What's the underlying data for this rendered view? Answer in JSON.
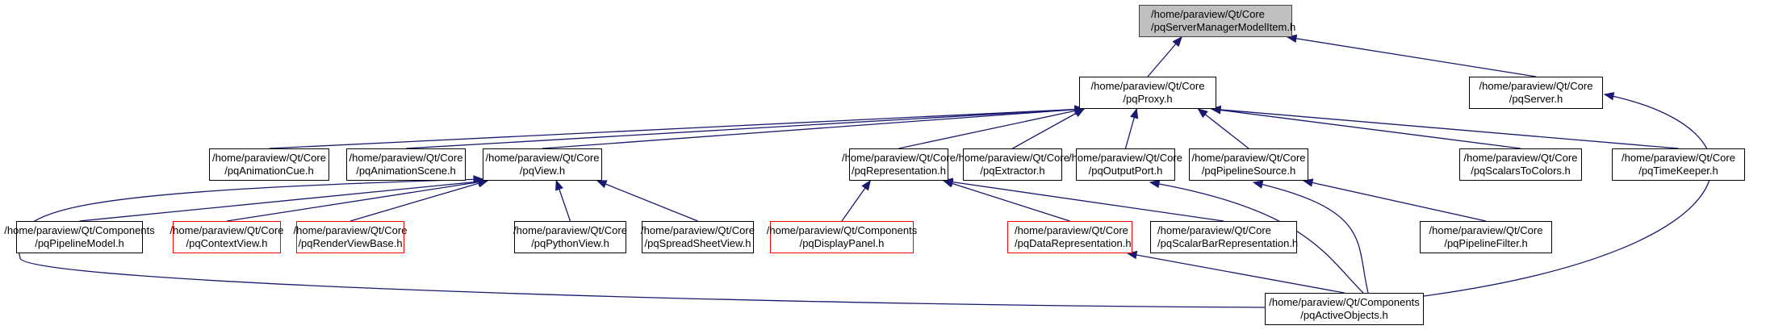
{
  "diagram": {
    "title": "pqServerManagerModelItem.h include dependency graph",
    "colors": {
      "edge": "#191970",
      "root_fill": "#bfbfbf",
      "normal_border": "#000000",
      "incomplete_border": "#ff0000"
    },
    "nodes": [
      {
        "id": "smmi",
        "line1": "/home/paraview/Qt/Core",
        "line2": "/pqServerManagerModelItem.h",
        "style": "root"
      },
      {
        "id": "proxy",
        "line1": "/home/paraview/Qt/Core",
        "line2": "/pqProxy.h",
        "style": "normal"
      },
      {
        "id": "server",
        "line1": "/home/paraview/Qt/Core",
        "line2": "/pqServer.h",
        "style": "normal"
      },
      {
        "id": "animcue",
        "line1": "/home/paraview/Qt/Core",
        "line2": "/pqAnimationCue.h",
        "style": "normal"
      },
      {
        "id": "animscene",
        "line1": "/home/paraview/Qt/Core",
        "line2": "/pqAnimationScene.h",
        "style": "normal"
      },
      {
        "id": "view",
        "line1": "/home/paraview/Qt/Core",
        "line2": "/pqView.h",
        "style": "normal"
      },
      {
        "id": "repr",
        "line1": "/home/paraview/Qt/Core",
        "line2": "/pqRepresentation.h",
        "style": "normal"
      },
      {
        "id": "extractor",
        "line1": "/home/paraview/Qt/Core",
        "line2": "/pqExtractor.h",
        "style": "normal"
      },
      {
        "id": "outport",
        "line1": "/home/paraview/Qt/Core",
        "line2": "/pqOutputPort.h",
        "style": "normal"
      },
      {
        "id": "pipesrc",
        "line1": "/home/paraview/Qt/Core",
        "line2": "/pqPipelineSource.h",
        "style": "normal"
      },
      {
        "id": "s2c",
        "line1": "/home/paraview/Qt/Core",
        "line2": "/pqScalarsToColors.h",
        "style": "normal"
      },
      {
        "id": "timekeeper",
        "line1": "/home/paraview/Qt/Core",
        "line2": "/pqTimeKeeper.h",
        "style": "normal"
      },
      {
        "id": "pipemodel",
        "line1": "/home/paraview/Qt/Components",
        "line2": "/pqPipelineModel.h",
        "style": "normal"
      },
      {
        "id": "ctxview",
        "line1": "/home/paraview/Qt/Core",
        "line2": "/pqContextView.h",
        "style": "incomplete"
      },
      {
        "id": "rvbase",
        "line1": "/home/paraview/Qt/Core",
        "line2": "/pqRenderViewBase.h",
        "style": "incomplete"
      },
      {
        "id": "pyview",
        "line1": "/home/paraview/Qt/Core",
        "line2": "/pqPythonView.h",
        "style": "normal"
      },
      {
        "id": "ssview",
        "line1": "/home/paraview/Qt/Core",
        "line2": "/pqSpreadSheetView.h",
        "style": "normal"
      },
      {
        "id": "disppanel",
        "line1": "/home/paraview/Qt/Components",
        "line2": "/pqDisplayPanel.h",
        "style": "incomplete"
      },
      {
        "id": "datarepr",
        "line1": "/home/paraview/Qt/Core",
        "line2": "/pqDataRepresentation.h",
        "style": "incomplete"
      },
      {
        "id": "sbrepr",
        "line1": "/home/paraview/Qt/Core",
        "line2": "/pqScalarBarRepresentation.h",
        "style": "normal"
      },
      {
        "id": "pipefilter",
        "line1": "/home/paraview/Qt/Core",
        "line2": "/pqPipelineFilter.h",
        "style": "normal"
      },
      {
        "id": "activeobj",
        "line1": "/home/paraview/Qt/Components",
        "line2": "/pqActiveObjects.h",
        "style": "normal"
      }
    ],
    "edges": [
      {
        "from": "proxy",
        "to": "smmi"
      },
      {
        "from": "server",
        "to": "smmi"
      },
      {
        "from": "animcue",
        "to": "proxy"
      },
      {
        "from": "animscene",
        "to": "proxy"
      },
      {
        "from": "view",
        "to": "proxy"
      },
      {
        "from": "repr",
        "to": "proxy"
      },
      {
        "from": "extractor",
        "to": "proxy"
      },
      {
        "from": "outport",
        "to": "proxy"
      },
      {
        "from": "pipesrc",
        "to": "proxy"
      },
      {
        "from": "s2c",
        "to": "proxy"
      },
      {
        "from": "timekeeper",
        "to": "proxy"
      },
      {
        "from": "pipemodel",
        "to": "view"
      },
      {
        "from": "ctxview",
        "to": "view"
      },
      {
        "from": "rvbase",
        "to": "view"
      },
      {
        "from": "pyview",
        "to": "view"
      },
      {
        "from": "ssview",
        "to": "view"
      },
      {
        "from": "activeobj",
        "to": "view"
      },
      {
        "from": "disppanel",
        "to": "repr"
      },
      {
        "from": "datarepr",
        "to": "repr"
      },
      {
        "from": "sbrepr",
        "to": "repr"
      },
      {
        "from": "activeobj",
        "to": "datarepr"
      },
      {
        "from": "activeobj",
        "to": "outport"
      },
      {
        "from": "activeobj",
        "to": "pipesrc"
      },
      {
        "from": "pipefilter",
        "to": "pipesrc"
      },
      {
        "from": "activeobj",
        "to": "server"
      }
    ]
  }
}
